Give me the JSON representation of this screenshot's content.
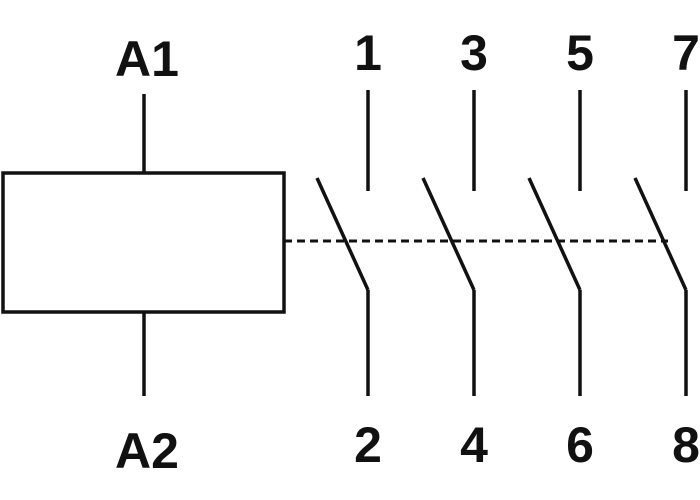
{
  "coil": {
    "top_terminal": "A1",
    "bottom_terminal": "A2"
  },
  "contacts": [
    {
      "top": "1",
      "bottom": "2"
    },
    {
      "top": "3",
      "bottom": "4"
    },
    {
      "top": "5",
      "bottom": "6"
    },
    {
      "top": "7",
      "bottom": "8"
    }
  ],
  "colors": {
    "line": "#111111",
    "background": "#ffffff"
  }
}
